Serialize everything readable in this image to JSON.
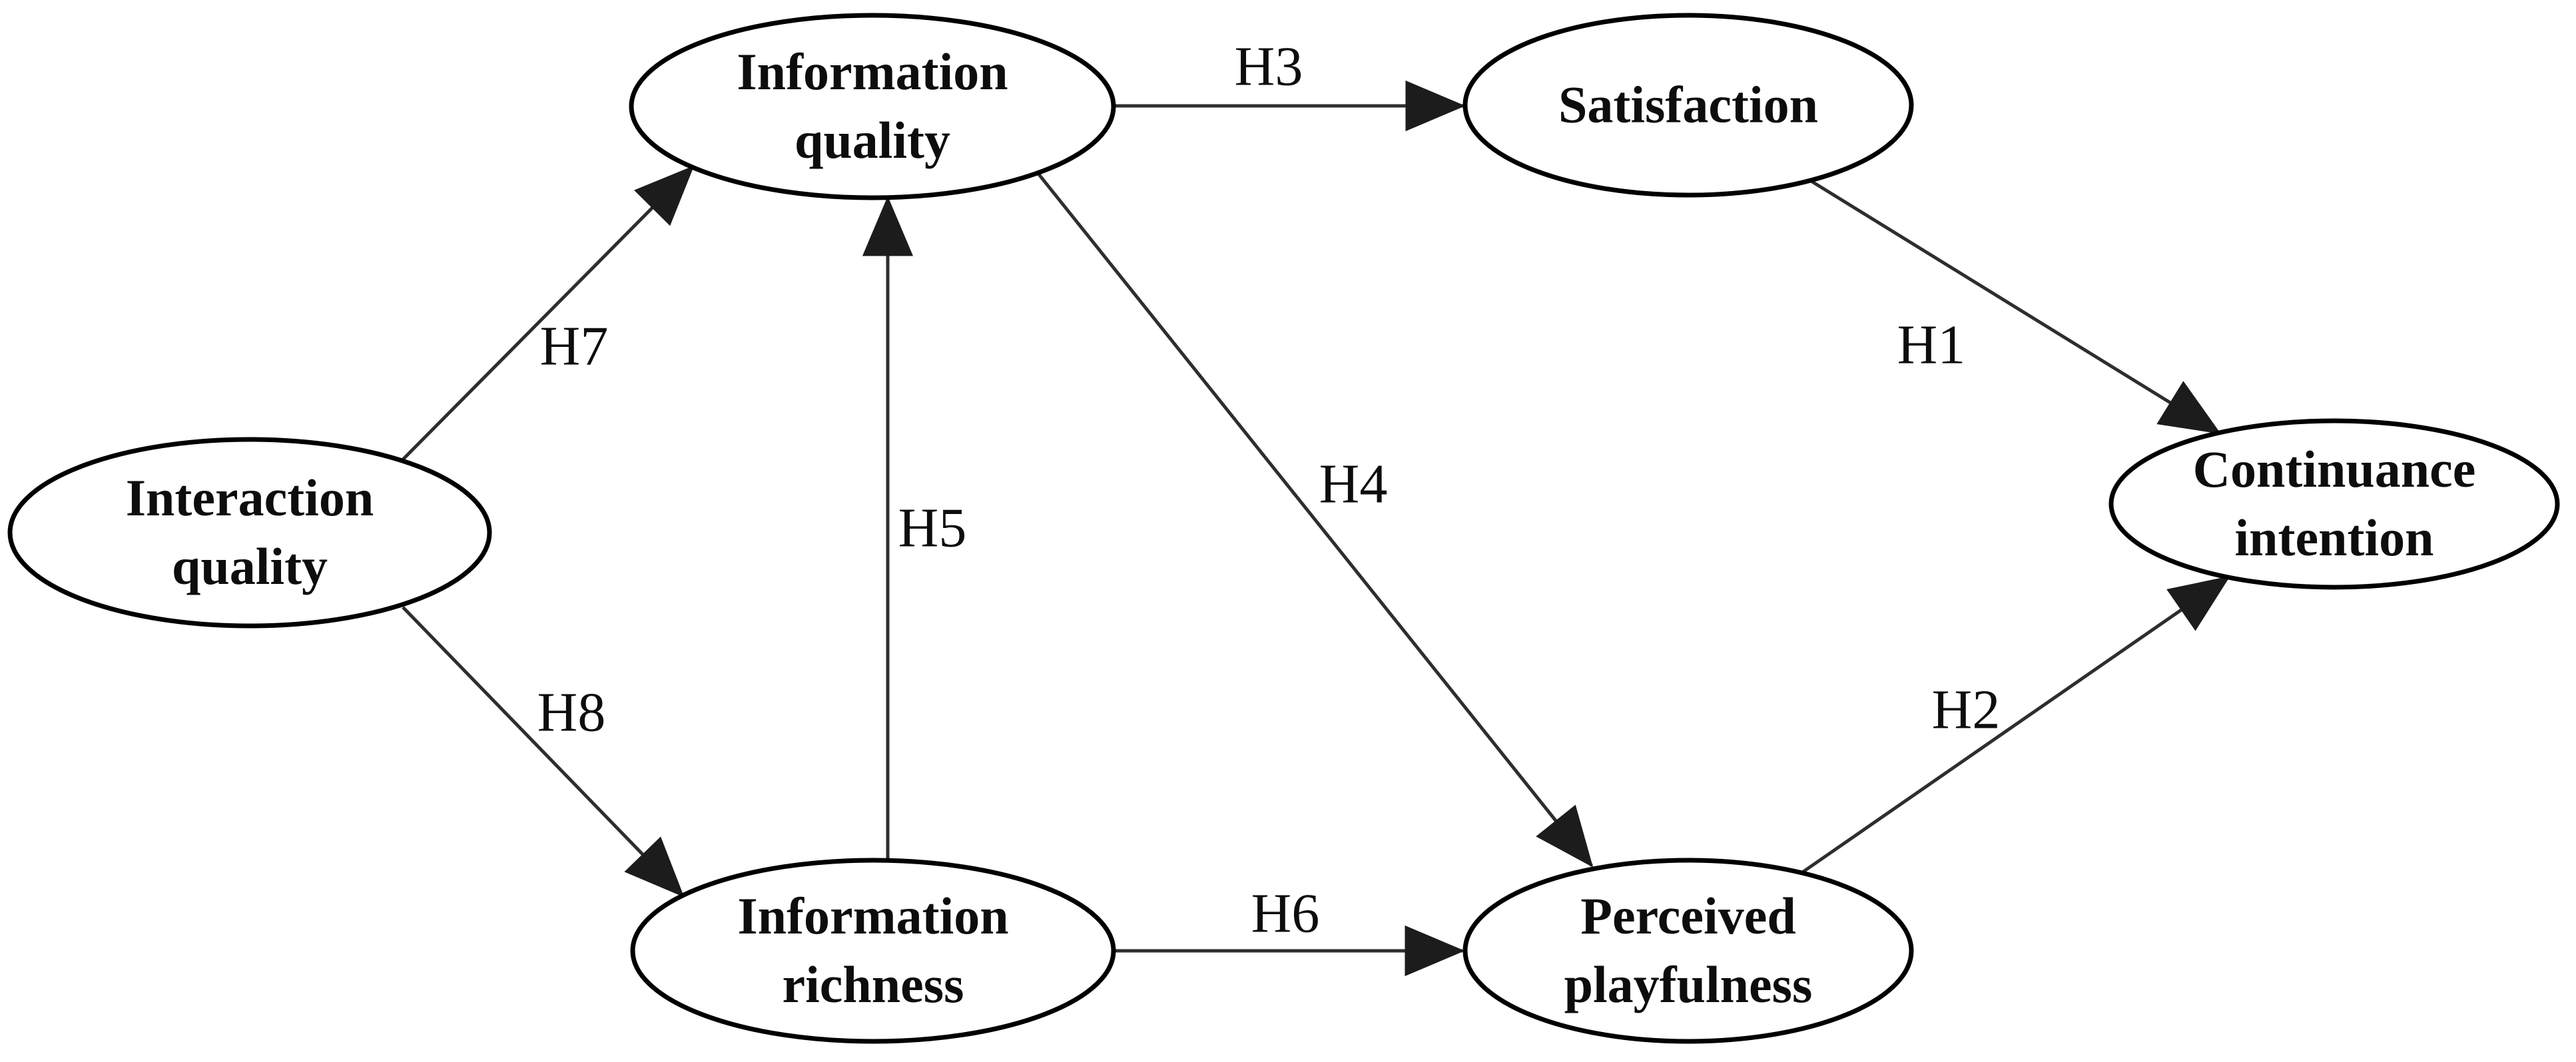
{
  "diagram": {
    "type": "path-model",
    "background_color": "#ffffff",
    "node_outline_color": "#000000",
    "arrow_color": "#2e2e2e",
    "text_color": "#0d0d0d",
    "nodes": [
      {
        "id": "interaction-quality",
        "label": "Interaction\nquality"
      },
      {
        "id": "information-quality",
        "label": "Information\nquality"
      },
      {
        "id": "satisfaction",
        "label": "Satisfaction"
      },
      {
        "id": "continuance-intention",
        "label": "Continuance\nintention"
      },
      {
        "id": "information-richness",
        "label": "Information\nrichness"
      },
      {
        "id": "perceived-playfulness",
        "label": "Perceived\nplayfulness"
      }
    ],
    "paths": [
      {
        "label": "H1",
        "from": "satisfaction",
        "to": "continuance-intention"
      },
      {
        "label": "H2",
        "from": "perceived-playfulness",
        "to": "continuance-intention"
      },
      {
        "label": "H3",
        "from": "information-quality",
        "to": "satisfaction"
      },
      {
        "label": "H4",
        "from": "information-quality",
        "to": "perceived-playfulness"
      },
      {
        "label": "H5",
        "from": "information-richness",
        "to": "information-quality"
      },
      {
        "label": "H6",
        "from": "information-richness",
        "to": "perceived-playfulness"
      },
      {
        "label": "H7",
        "from": "interaction-quality",
        "to": "information-quality"
      },
      {
        "label": "H8",
        "from": "interaction-quality",
        "to": "information-richness"
      }
    ]
  }
}
